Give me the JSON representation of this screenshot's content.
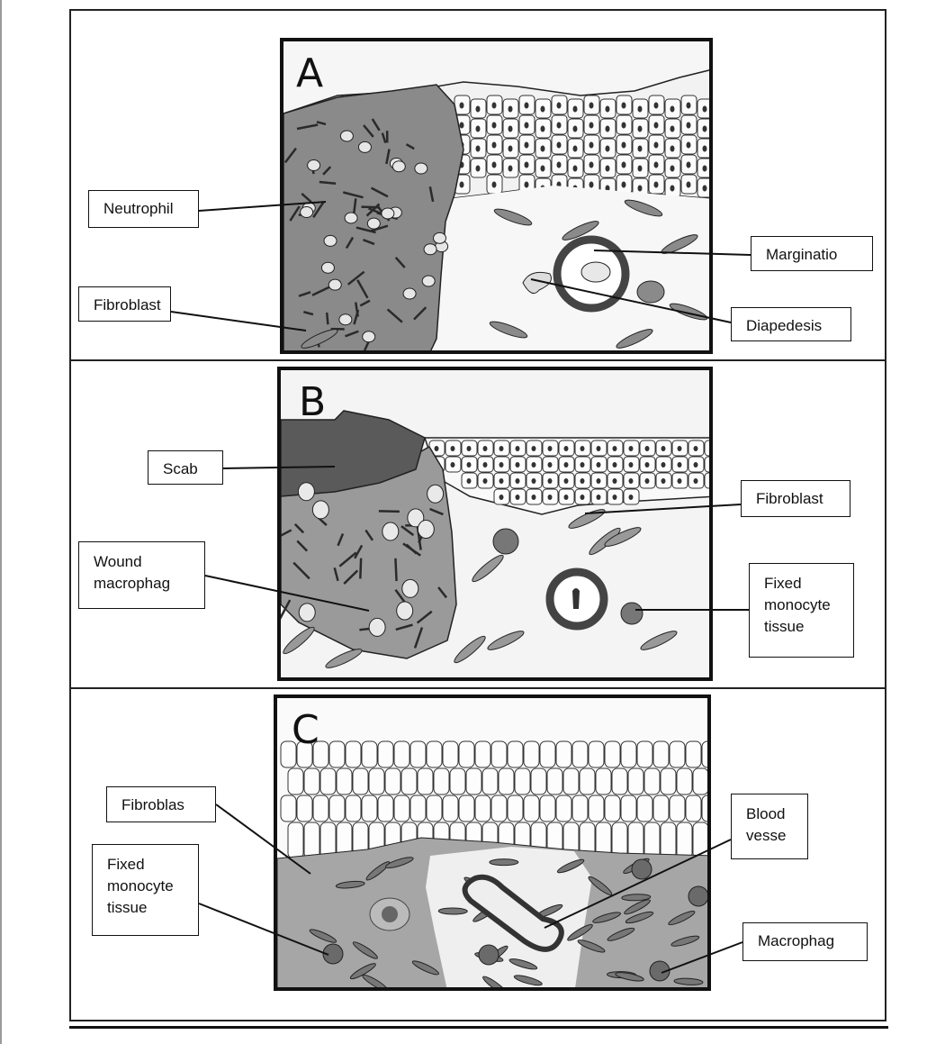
{
  "panels": {
    "a": {
      "letter": "A"
    },
    "b": {
      "letter": "B"
    },
    "c": {
      "letter": "C"
    }
  },
  "labels": {
    "neutrophil": "Neutrophil",
    "fibroblast_a": "Fibroblast",
    "marginatio": "Marginatio",
    "diapedesis": "Diapedesis",
    "scab": "Scab",
    "wound_macrophag": "Wound\nmacrophag",
    "fibroblast_b": "Fibroblast",
    "fixed_monocyte_b": "Fixed\nmonocyte\ntissue",
    "fibroblas_c": "Fibroblas",
    "fixed_monocyte_c": "Fixed\nmonocyte\ntissue",
    "blood_vesse": "Blood\nvesse",
    "macrophag": "Macrophag"
  },
  "colors": {
    "ink": "#111111",
    "clot": "#7d7d7d",
    "scab": "#5f5f5f",
    "tissue": "#f4f4f4",
    "dermis_c": "#9c9c9c"
  }
}
